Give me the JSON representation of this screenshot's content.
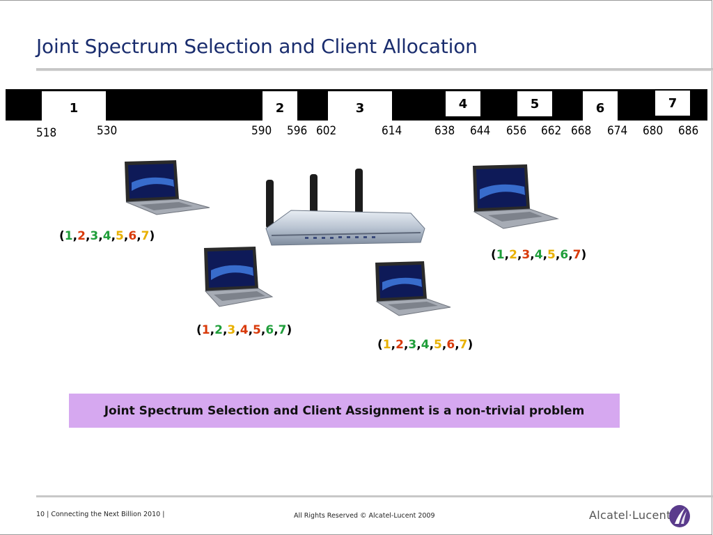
{
  "slide": {
    "title": "Joint Spectrum Selection and Client Allocation"
  },
  "channels": [
    {
      "label": "1"
    },
    {
      "label": "2"
    },
    {
      "label": "3"
    },
    {
      "label": "4"
    },
    {
      "label": "5"
    },
    {
      "label": "6"
    },
    {
      "label": "7"
    }
  ],
  "frequencies": [
    "518",
    "530",
    "590",
    "596",
    "602",
    "614",
    "638",
    "644",
    "656",
    "662",
    "668",
    "674",
    "680",
    "686"
  ],
  "clients": [
    {
      "list": [
        {
          "n": "1",
          "color": "#1f9e3a"
        },
        {
          "n": "2",
          "color": "#d93a0a"
        },
        {
          "n": "3",
          "color": "#1f9e3a"
        },
        {
          "n": "4",
          "color": "#1f9e3a"
        },
        {
          "n": "5",
          "color": "#e8b000"
        },
        {
          "n": "6",
          "color": "#d93a0a"
        },
        {
          "n": "7",
          "color": "#e8b000"
        }
      ]
    },
    {
      "list": [
        {
          "n": "1",
          "color": "#d93a0a"
        },
        {
          "n": "2",
          "color": "#1f9e3a"
        },
        {
          "n": "3",
          "color": "#e8b000"
        },
        {
          "n": "4",
          "color": "#d93a0a"
        },
        {
          "n": "5",
          "color": "#d93a0a"
        },
        {
          "n": "6",
          "color": "#1f9e3a"
        },
        {
          "n": "7",
          "color": "#1f9e3a"
        }
      ]
    },
    {
      "list": [
        {
          "n": "1",
          "color": "#e8b000"
        },
        {
          "n": "2",
          "color": "#d93a0a"
        },
        {
          "n": "3",
          "color": "#1f9e3a"
        },
        {
          "n": "4",
          "color": "#1f9e3a"
        },
        {
          "n": "5",
          "color": "#e8b000"
        },
        {
          "n": "6",
          "color": "#d93a0a"
        },
        {
          "n": "7",
          "color": "#e8b000"
        }
      ]
    },
    {
      "list": [
        {
          "n": "1",
          "color": "#1f9e3a"
        },
        {
          "n": "2",
          "color": "#e8b000"
        },
        {
          "n": "3",
          "color": "#d93a0a"
        },
        {
          "n": "4",
          "color": "#1f9e3a"
        },
        {
          "n": "5",
          "color": "#e8b000"
        },
        {
          "n": "6",
          "color": "#1f9e3a"
        },
        {
          "n": "7",
          "color": "#d93a0a"
        }
      ]
    }
  ],
  "problem_statement": "Joint Spectrum Selection and Client Assignment is a non-trivial problem",
  "footer": {
    "left": "10 | Connecting the Next Billion 2010 |",
    "center": "All Rights Reserved © Alcatel-Lucent 2009",
    "logo": "Alcatel·Lucent"
  },
  "icons": {
    "laptop": "laptop-icon",
    "router": "wireless-router-icon",
    "logo": "alcatel-lucent-logo-icon"
  }
}
